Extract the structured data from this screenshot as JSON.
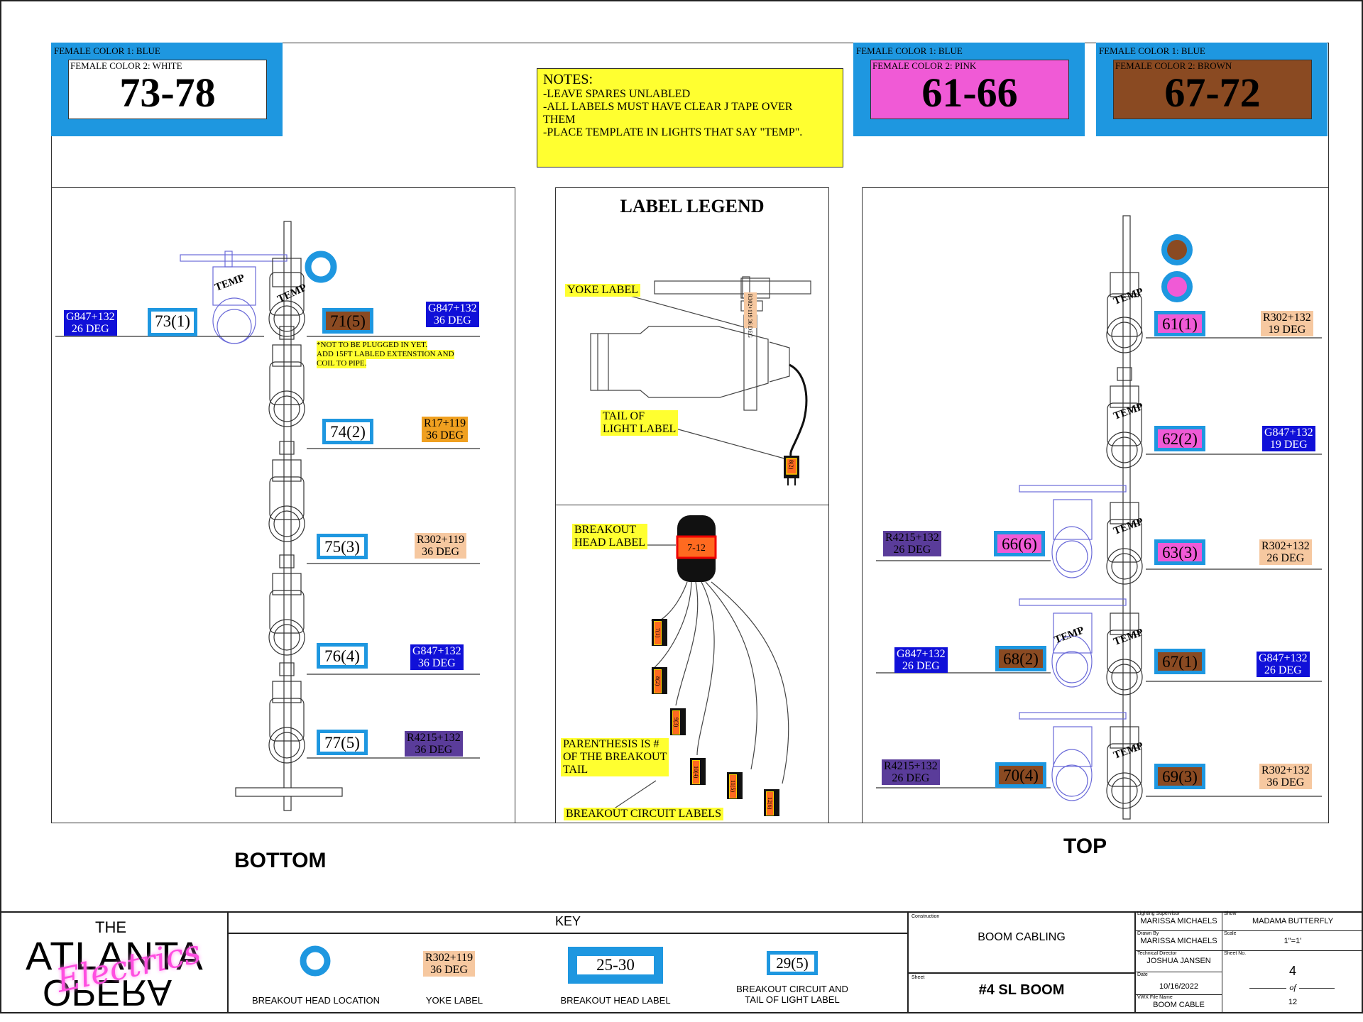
{
  "headers": [
    {
      "fc1": "FEMALE COLOR 1: BLUE",
      "fc2": "FEMALE COLOR 2: WHITE",
      "range": "73-78",
      "color": "#ffffff"
    },
    {
      "fc1": "FEMALE COLOR 1: BLUE",
      "fc2": "FEMALE COLOR 2: PINK",
      "range": "61-66",
      "color": "#f05ad6"
    },
    {
      "fc1": "FEMALE COLOR 1: BLUE",
      "fc2": "FEMALE COLOR 2: BROWN",
      "range": "67-72",
      "color": "#8a4a22"
    }
  ],
  "notes": {
    "title": "NOTES:",
    "lines": [
      "-LEAVE SPARES UNLABLED",
      "-ALL LABELS MUST HAVE CLEAR J TAPE OVER",
      "THEM",
      "-PLACE TEMPLATE IN LIGHTS THAT SAY \"TEMP\"."
    ]
  },
  "bottom": {
    "title": "BOTTOM",
    "temp_left": "TEMP",
    "temp_right": "TEMP",
    "left_label": "73(1)",
    "left_yoke": [
      "G847+132",
      "26 DEG"
    ],
    "units": [
      {
        "label": "71(5)",
        "yoke": [
          "G847+132",
          "36 DEG"
        ]
      },
      {
        "label": "74(2)",
        "yoke": [
          "R17+119",
          "36 DEG"
        ]
      },
      {
        "label": "75(3)",
        "yoke": [
          "R302+119",
          "36 DEG"
        ]
      },
      {
        "label": "76(4)",
        "yoke": [
          "G847+132",
          "36 DEG"
        ]
      },
      {
        "label": "77(5)",
        "yoke": [
          "R4215+132",
          "36 DEG"
        ]
      }
    ],
    "note": [
      "*NOT TO BE PLUGGED IN YET.",
      "ADD 15FT LABLED EXTENSTION AND",
      "COIL TO PIPE."
    ]
  },
  "legend": {
    "title": "LABEL LEGEND",
    "yoke_label": "YOKE LABEL",
    "tail_label": [
      "TAIL OF",
      "LIGHT LABEL"
    ],
    "yoke_tag": "R302+119 36 DEG",
    "tail_tag": "8(2)",
    "breakout_head": [
      "BREAKOUT",
      "HEAD LABEL"
    ],
    "breakout_range": "7-12",
    "parenthesis": [
      "PARENTHESIS IS #",
      "OF THE BREAKOUT",
      "TAIL"
    ],
    "circuit_labels": "BREAKOUT CIRCUIT LABELS",
    "tails": [
      "7(1)",
      "8(2)",
      "9(3)",
      "10(4)",
      "11(5)",
      "12(6)"
    ]
  },
  "top": {
    "title": "TOP",
    "temps": [
      "TEMP",
      "TEMP",
      "TEMP",
      "TEMP",
      "TEMP",
      "TEMP"
    ],
    "right_units": [
      {
        "label": "61(1)",
        "yoke": [
          "R302+132",
          "19 DEG"
        ]
      },
      {
        "label": "62(2)",
        "yoke": [
          "G847+132",
          "19 DEG"
        ]
      },
      {
        "label": "63(3)",
        "yoke": [
          "R302+132",
          "26 DEG"
        ]
      },
      {
        "label": "67(1)",
        "yoke": [
          "G847+132",
          "26 DEG"
        ]
      },
      {
        "label": "69(3)",
        "yoke": [
          "R302+132",
          "36 DEG"
        ]
      }
    ],
    "left_units": [
      {
        "label": "66(6)",
        "yoke": [
          "R4215+132",
          "26 DEG"
        ]
      },
      {
        "label": "68(2)",
        "yoke": [
          "G847+132",
          "26 DEG"
        ]
      },
      {
        "label": "70(4)",
        "yoke": [
          "R4215+132",
          "26 DEG"
        ]
      }
    ]
  },
  "key": {
    "title": "KEY",
    "items": [
      {
        "caption": "BREAKOUT HEAD LOCATION"
      },
      {
        "caption": "YOKE LABEL",
        "sample": [
          "R302+119",
          "36 DEG"
        ]
      },
      {
        "caption": "BREAKOUT HEAD LABEL",
        "sample": "25-30"
      },
      {
        "caption": "BREAKOUT CIRCUIT AND",
        "caption2": "TAIL OF LIGHT LABEL",
        "sample": "29(5)"
      }
    ]
  },
  "logo": {
    "the": "THE",
    "atlanta": "ATLANTA",
    "opera": "OPERA",
    "script": "Electrics"
  },
  "titleblock": {
    "construction_label": "Construction",
    "construction": "BOOM CABLING",
    "sheet_label": "Sheet",
    "sheet": "#4 SL BOOM",
    "ls_label": "Lighting Supervisor",
    "ls": "MARISSA MICHAELS",
    "drawn_label": "Drawn By",
    "drawn": "MARISSA MICHAELS",
    "td_label": "Technical Director",
    "td": "JOSHUA JANSEN",
    "date_label": "Date",
    "date": "10/16/2022",
    "vwx_label": "VWX File Name",
    "vwx": "BOOM CABLE",
    "show_label": "Show",
    "show": "MADAMA BUTTERFLY",
    "scale_label": "Scale",
    "scale": "1\"=1'",
    "sheetno_label": "Sheet No.",
    "sheetno": "4",
    "of": "of",
    "total": "12"
  },
  "colors": {
    "blue_border": "#1e97e0",
    "yellow": "#ffff30",
    "pink": "#f05ad6",
    "brown": "#8a4a22",
    "navy": "#1010d8",
    "purple": "#5a3c9a"
  }
}
